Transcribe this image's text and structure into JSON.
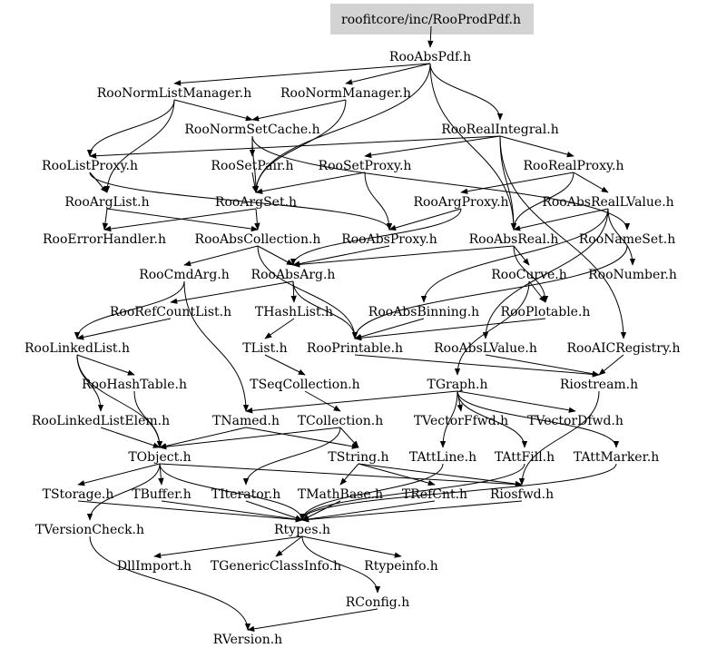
{
  "title": "roofitcore/inc/RooProdPdf.h",
  "colors": {
    "root_fill": "#d3d3d3",
    "edge": "#000000",
    "text": "#000000",
    "background": "#ffffff"
  },
  "nodes": [
    {
      "id": "root",
      "label": "roofitcore/inc/RooProdPdf.h"
    },
    {
      "id": "RooAbsPdf",
      "label": "RooAbsPdf.h"
    },
    {
      "id": "RooNormListManager",
      "label": "RooNormListManager.h"
    },
    {
      "id": "RooNormManager",
      "label": "RooNormManager.h"
    },
    {
      "id": "RooNormSetCache",
      "label": "RooNormSetCache.h"
    },
    {
      "id": "RooRealIntegral",
      "label": "RooRealIntegral.h"
    },
    {
      "id": "RooListProxy",
      "label": "RooListProxy.h"
    },
    {
      "id": "RooSetPair",
      "label": "RooSetPair.h"
    },
    {
      "id": "RooSetProxy",
      "label": "RooSetProxy.h"
    },
    {
      "id": "RooRealProxy",
      "label": "RooRealProxy.h"
    },
    {
      "id": "RooArgList",
      "label": "RooArgList.h"
    },
    {
      "id": "RooArgSet",
      "label": "RooArgSet.h"
    },
    {
      "id": "RooArgProxy",
      "label": "RooArgProxy.h"
    },
    {
      "id": "RooAbsRealLValue",
      "label": "RooAbsRealLValue.h"
    },
    {
      "id": "RooErrorHandler",
      "label": "RooErrorHandler.h"
    },
    {
      "id": "RooAbsCollection",
      "label": "RooAbsCollection.h"
    },
    {
      "id": "RooAbsProxy",
      "label": "RooAbsProxy.h"
    },
    {
      "id": "RooAbsReal",
      "label": "RooAbsReal.h"
    },
    {
      "id": "RooNameSet",
      "label": "RooNameSet.h"
    },
    {
      "id": "RooCmdArg",
      "label": "RooCmdArg.h"
    },
    {
      "id": "RooAbsArg",
      "label": "RooAbsArg.h"
    },
    {
      "id": "RooCurve",
      "label": "RooCurve.h"
    },
    {
      "id": "RooNumber",
      "label": "RooNumber.h"
    },
    {
      "id": "RooRefCountList",
      "label": "RooRefCountList.h"
    },
    {
      "id": "THashList",
      "label": "THashList.h"
    },
    {
      "id": "RooAbsBinning",
      "label": "RooAbsBinning.h"
    },
    {
      "id": "RooPlotable",
      "label": "RooPlotable.h"
    },
    {
      "id": "RooLinkedList",
      "label": "RooLinkedList.h"
    },
    {
      "id": "TList",
      "label": "TList.h"
    },
    {
      "id": "RooPrintable",
      "label": "RooPrintable.h"
    },
    {
      "id": "RooAbsLValue",
      "label": "RooAbsLValue.h"
    },
    {
      "id": "RooAICRegistry",
      "label": "RooAICRegistry.h"
    },
    {
      "id": "RooHashTable",
      "label": "RooHashTable.h"
    },
    {
      "id": "TSeqCollection",
      "label": "TSeqCollection.h"
    },
    {
      "id": "TGraph",
      "label": "TGraph.h"
    },
    {
      "id": "Riostream",
      "label": "Riostream.h"
    },
    {
      "id": "RooLinkedListElem",
      "label": "RooLinkedListElem.h"
    },
    {
      "id": "TNamed",
      "label": "TNamed.h"
    },
    {
      "id": "TCollection",
      "label": "TCollection.h"
    },
    {
      "id": "TVectorFfwd",
      "label": "TVectorFfwd.h"
    },
    {
      "id": "TVectorDfwd",
      "label": "TVectorDfwd.h"
    },
    {
      "id": "TObject",
      "label": "TObject.h"
    },
    {
      "id": "TString",
      "label": "TString.h"
    },
    {
      "id": "TAttLine",
      "label": "TAttLine.h"
    },
    {
      "id": "TAttFill",
      "label": "TAttFill.h"
    },
    {
      "id": "TAttMarker",
      "label": "TAttMarker.h"
    },
    {
      "id": "TStorage",
      "label": "TStorage.h"
    },
    {
      "id": "TBuffer",
      "label": "TBuffer.h"
    },
    {
      "id": "TIterator",
      "label": "TIterator.h"
    },
    {
      "id": "TMathBase",
      "label": "TMathBase.h"
    },
    {
      "id": "TRefCnt",
      "label": "TRefCnt.h"
    },
    {
      "id": "Riosfwd",
      "label": "Riosfwd.h"
    },
    {
      "id": "TVersionCheck",
      "label": "TVersionCheck.h"
    },
    {
      "id": "Rtypes",
      "label": "Rtypes.h"
    },
    {
      "id": "DllImport",
      "label": "DllImport.h"
    },
    {
      "id": "TGenericClassInfo",
      "label": "TGenericClassInfo.h"
    },
    {
      "id": "Rtypeinfo",
      "label": "Rtypeinfo.h"
    },
    {
      "id": "RConfig",
      "label": "RConfig.h"
    },
    {
      "id": "RVersion",
      "label": "RVersion.h"
    }
  ],
  "edges": [
    [
      "root",
      "RooAbsPdf"
    ],
    [
      "RooAbsPdf",
      "RooNormListManager"
    ],
    [
      "RooAbsPdf",
      "RooNormManager"
    ],
    [
      "RooAbsPdf",
      "RooRealIntegral"
    ],
    [
      "RooAbsPdf",
      "RooAbsReal"
    ],
    [
      "RooAbsPdf",
      "RooArgSet"
    ],
    [
      "RooNormListManager",
      "RooNormSetCache"
    ],
    [
      "RooNormListManager",
      "RooArgList"
    ],
    [
      "RooNormListManager",
      "RooListProxy"
    ],
    [
      "RooNormManager",
      "RooNormSetCache"
    ],
    [
      "RooNormManager",
      "RooArgSet"
    ],
    [
      "RooNormSetCache",
      "RooSetPair"
    ],
    [
      "RooNormSetCache",
      "RooArgSet"
    ],
    [
      "RooNormSetCache",
      "RooNameSet"
    ],
    [
      "RooRealIntegral",
      "RooRealProxy"
    ],
    [
      "RooRealIntegral",
      "RooSetProxy"
    ],
    [
      "RooRealIntegral",
      "RooAbsReal"
    ],
    [
      "RooRealIntegral",
      "RooAICRegistry"
    ],
    [
      "RooRealIntegral",
      "RooListProxy"
    ],
    [
      "RooListProxy",
      "RooArgList"
    ],
    [
      "RooListProxy",
      "RooAbsProxy"
    ],
    [
      "RooSetPair",
      "RooArgSet"
    ],
    [
      "RooSetProxy",
      "RooArgSet"
    ],
    [
      "RooSetProxy",
      "RooAbsProxy"
    ],
    [
      "RooRealProxy",
      "RooArgProxy"
    ],
    [
      "RooRealProxy",
      "RooAbsRealLValue"
    ],
    [
      "RooRealProxy",
      "RooAbsReal"
    ],
    [
      "RooArgList",
      "RooAbsCollection"
    ],
    [
      "RooArgList",
      "RooErrorHandler"
    ],
    [
      "RooArgSet",
      "RooAbsCollection"
    ],
    [
      "RooArgSet",
      "RooErrorHandler"
    ],
    [
      "RooArgProxy",
      "RooAbsProxy"
    ],
    [
      "RooArgProxy",
      "RooAbsArg"
    ],
    [
      "RooAbsRealLValue",
      "RooAbsReal"
    ],
    [
      "RooAbsRealLValue",
      "RooNumber"
    ],
    [
      "RooAbsRealLValue",
      "RooAbsLValue"
    ],
    [
      "RooAbsRealLValue",
      "RooAbsBinning"
    ],
    [
      "RooAbsCollection",
      "RooAbsArg"
    ],
    [
      "RooAbsCollection",
      "RooPrintable"
    ],
    [
      "RooAbsCollection",
      "RooCmdArg"
    ],
    [
      "RooAbsProxy",
      "RooAbsArg"
    ],
    [
      "RooAbsReal",
      "RooAbsArg"
    ],
    [
      "RooAbsReal",
      "RooCurve"
    ],
    [
      "RooAbsReal",
      "RooPlotable"
    ],
    [
      "RooNameSet",
      "RooPrintable"
    ],
    [
      "RooCmdArg",
      "RooLinkedList"
    ],
    [
      "RooCmdArg",
      "TNamed"
    ],
    [
      "RooAbsArg",
      "RooRefCountList"
    ],
    [
      "RooAbsArg",
      "THashList"
    ],
    [
      "RooAbsArg",
      "RooPrintable"
    ],
    [
      "RooCurve",
      "TGraph"
    ],
    [
      "RooCurve",
      "RooPlotable"
    ],
    [
      "RooRefCountList",
      "RooLinkedList"
    ],
    [
      "THashList",
      "TList"
    ],
    [
      "RooAbsBinning",
      "RooPrintable"
    ],
    [
      "RooPlotable",
      "RooPrintable"
    ],
    [
      "RooLinkedList",
      "RooHashTable"
    ],
    [
      "RooLinkedList",
      "RooLinkedListElem"
    ],
    [
      "RooLinkedList",
      "TObject"
    ],
    [
      "TList",
      "TSeqCollection"
    ],
    [
      "RooPrintable",
      "Riostream"
    ],
    [
      "RooAbsLValue",
      "Riostream"
    ],
    [
      "RooAICRegistry",
      "Riostream"
    ],
    [
      "RooHashTable",
      "TObject"
    ],
    [
      "TSeqCollection",
      "TCollection"
    ],
    [
      "TGraph",
      "TNamed"
    ],
    [
      "TGraph",
      "TVectorFfwd"
    ],
    [
      "TGraph",
      "TVectorDfwd"
    ],
    [
      "TGraph",
      "TAttLine"
    ],
    [
      "TGraph",
      "TAttFill"
    ],
    [
      "TGraph",
      "TAttMarker"
    ],
    [
      "Riostream",
      "Riosfwd"
    ],
    [
      "RooLinkedListElem",
      "TObject"
    ],
    [
      "TNamed",
      "TObject"
    ],
    [
      "TNamed",
      "TString"
    ],
    [
      "TCollection",
      "TObject"
    ],
    [
      "TCollection",
      "TIterator"
    ],
    [
      "TCollection",
      "TString"
    ],
    [
      "TObject",
      "TStorage"
    ],
    [
      "TObject",
      "TBuffer"
    ],
    [
      "TObject",
      "TVersionCheck"
    ],
    [
      "TObject",
      "Riosfwd"
    ],
    [
      "TObject",
      "Rtypes"
    ],
    [
      "TString",
      "TMathBase"
    ],
    [
      "TString",
      "TRefCnt"
    ],
    [
      "TString",
      "Riosfwd"
    ],
    [
      "TAttLine",
      "Rtypes"
    ],
    [
      "TAttFill",
      "Rtypes"
    ],
    [
      "TAttMarker",
      "Rtypes"
    ],
    [
      "TStorage",
      "Rtypes"
    ],
    [
      "TBuffer",
      "Rtypes"
    ],
    [
      "TIterator",
      "Rtypes"
    ],
    [
      "TMathBase",
      "Rtypes"
    ],
    [
      "TRefCnt",
      "Rtypes"
    ],
    [
      "Riosfwd",
      "Rtypes"
    ],
    [
      "TVersionCheck",
      "RVersion"
    ],
    [
      "Rtypes",
      "DllImport"
    ],
    [
      "Rtypes",
      "TGenericClassInfo"
    ],
    [
      "Rtypes",
      "Rtypeinfo"
    ],
    [
      "Rtypes",
      "RConfig"
    ],
    [
      "RConfig",
      "RVersion"
    ]
  ]
}
